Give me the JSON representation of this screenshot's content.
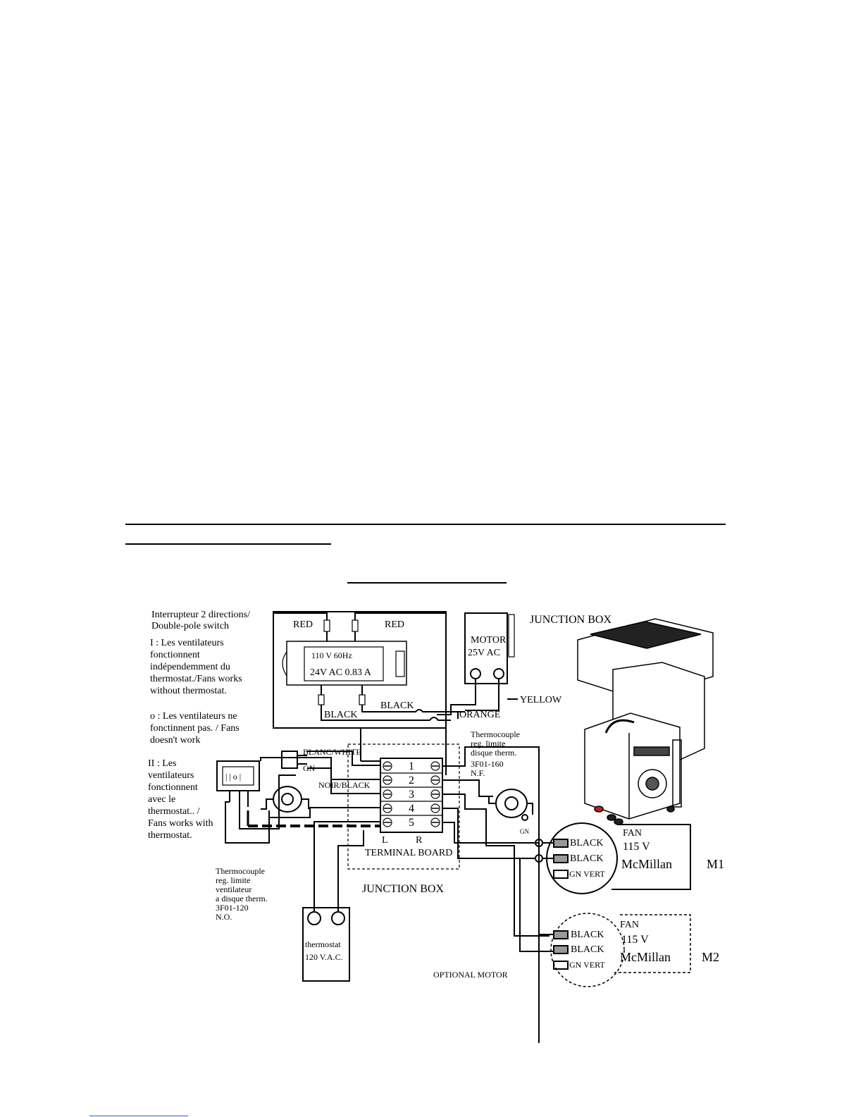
{
  "labels": {
    "switch_title_1": "Interrupteur 2 directions/",
    "switch_title_2": "Double-pole switch",
    "mode_i": [
      "I : Les ventilateurs",
      "fonctionnent",
      "indépendemment du",
      "thermostat./Fans works",
      "without thermostat."
    ],
    "mode_o": [
      "o : Les ventilateurs ne",
      "fonctinnent pas. / Fans",
      "doesn't work"
    ],
    "mode_ii": [
      "II : Les",
      "ventilateurs",
      "fonctionnent",
      "avec le",
      "thermostat.. /",
      "Fans works with",
      "thermostat."
    ],
    "switch_face": "| | o |",
    "red_left": "RED",
    "red_right": "RED",
    "transformer_primary": "110 V  60Hz",
    "transformer_secondary": "24V AC 0.83 A",
    "black_left": "BLACK",
    "black_right": "BLACK",
    "motor_1": "MOTOR",
    "motor_2": "25V AC",
    "orange": "ORANGE",
    "yellow": "YELLOW",
    "junction_box_top": "JUNCTION BOX",
    "blanc_white": "BLANC/WHITE",
    "gn": "GN",
    "noir_black": "NOIR/BLACK",
    "terminals": [
      "1",
      "2",
      "3",
      "4",
      "5"
    ],
    "terminal_l": "L",
    "terminal_r": "R",
    "terminal_board": "TERMINAL BOARD",
    "junction_box_bottom": "JUNCTION BOX",
    "tc_right": [
      "Thermocouple",
      "reg. limite",
      "disque therm.",
      "3F01-160",
      "N.F."
    ],
    "gn_small": "GN",
    "tc_left": [
      "Thermocouple",
      "reg. limite",
      "ventilateur",
      "a disque therm.",
      "3F01-120",
      "N.O."
    ],
    "thermostat": [
      "thermostat",
      "120 V.A.C."
    ],
    "fan1": {
      "title": "FAN",
      "volt": "115 V",
      "brand": "McMillan",
      "w1": "BLACK",
      "w2": "BLACK",
      "w3": "GN VERT",
      "tag": "M1"
    },
    "fan2": {
      "title": "FAN",
      "volt": "115 V",
      "brand": "McMillan",
      "w1": "BLACK",
      "w2": "BLACK",
      "w3": "GN VERT",
      "tag": "M2"
    },
    "optional_motor": "OPTIONAL MOTOR"
  }
}
